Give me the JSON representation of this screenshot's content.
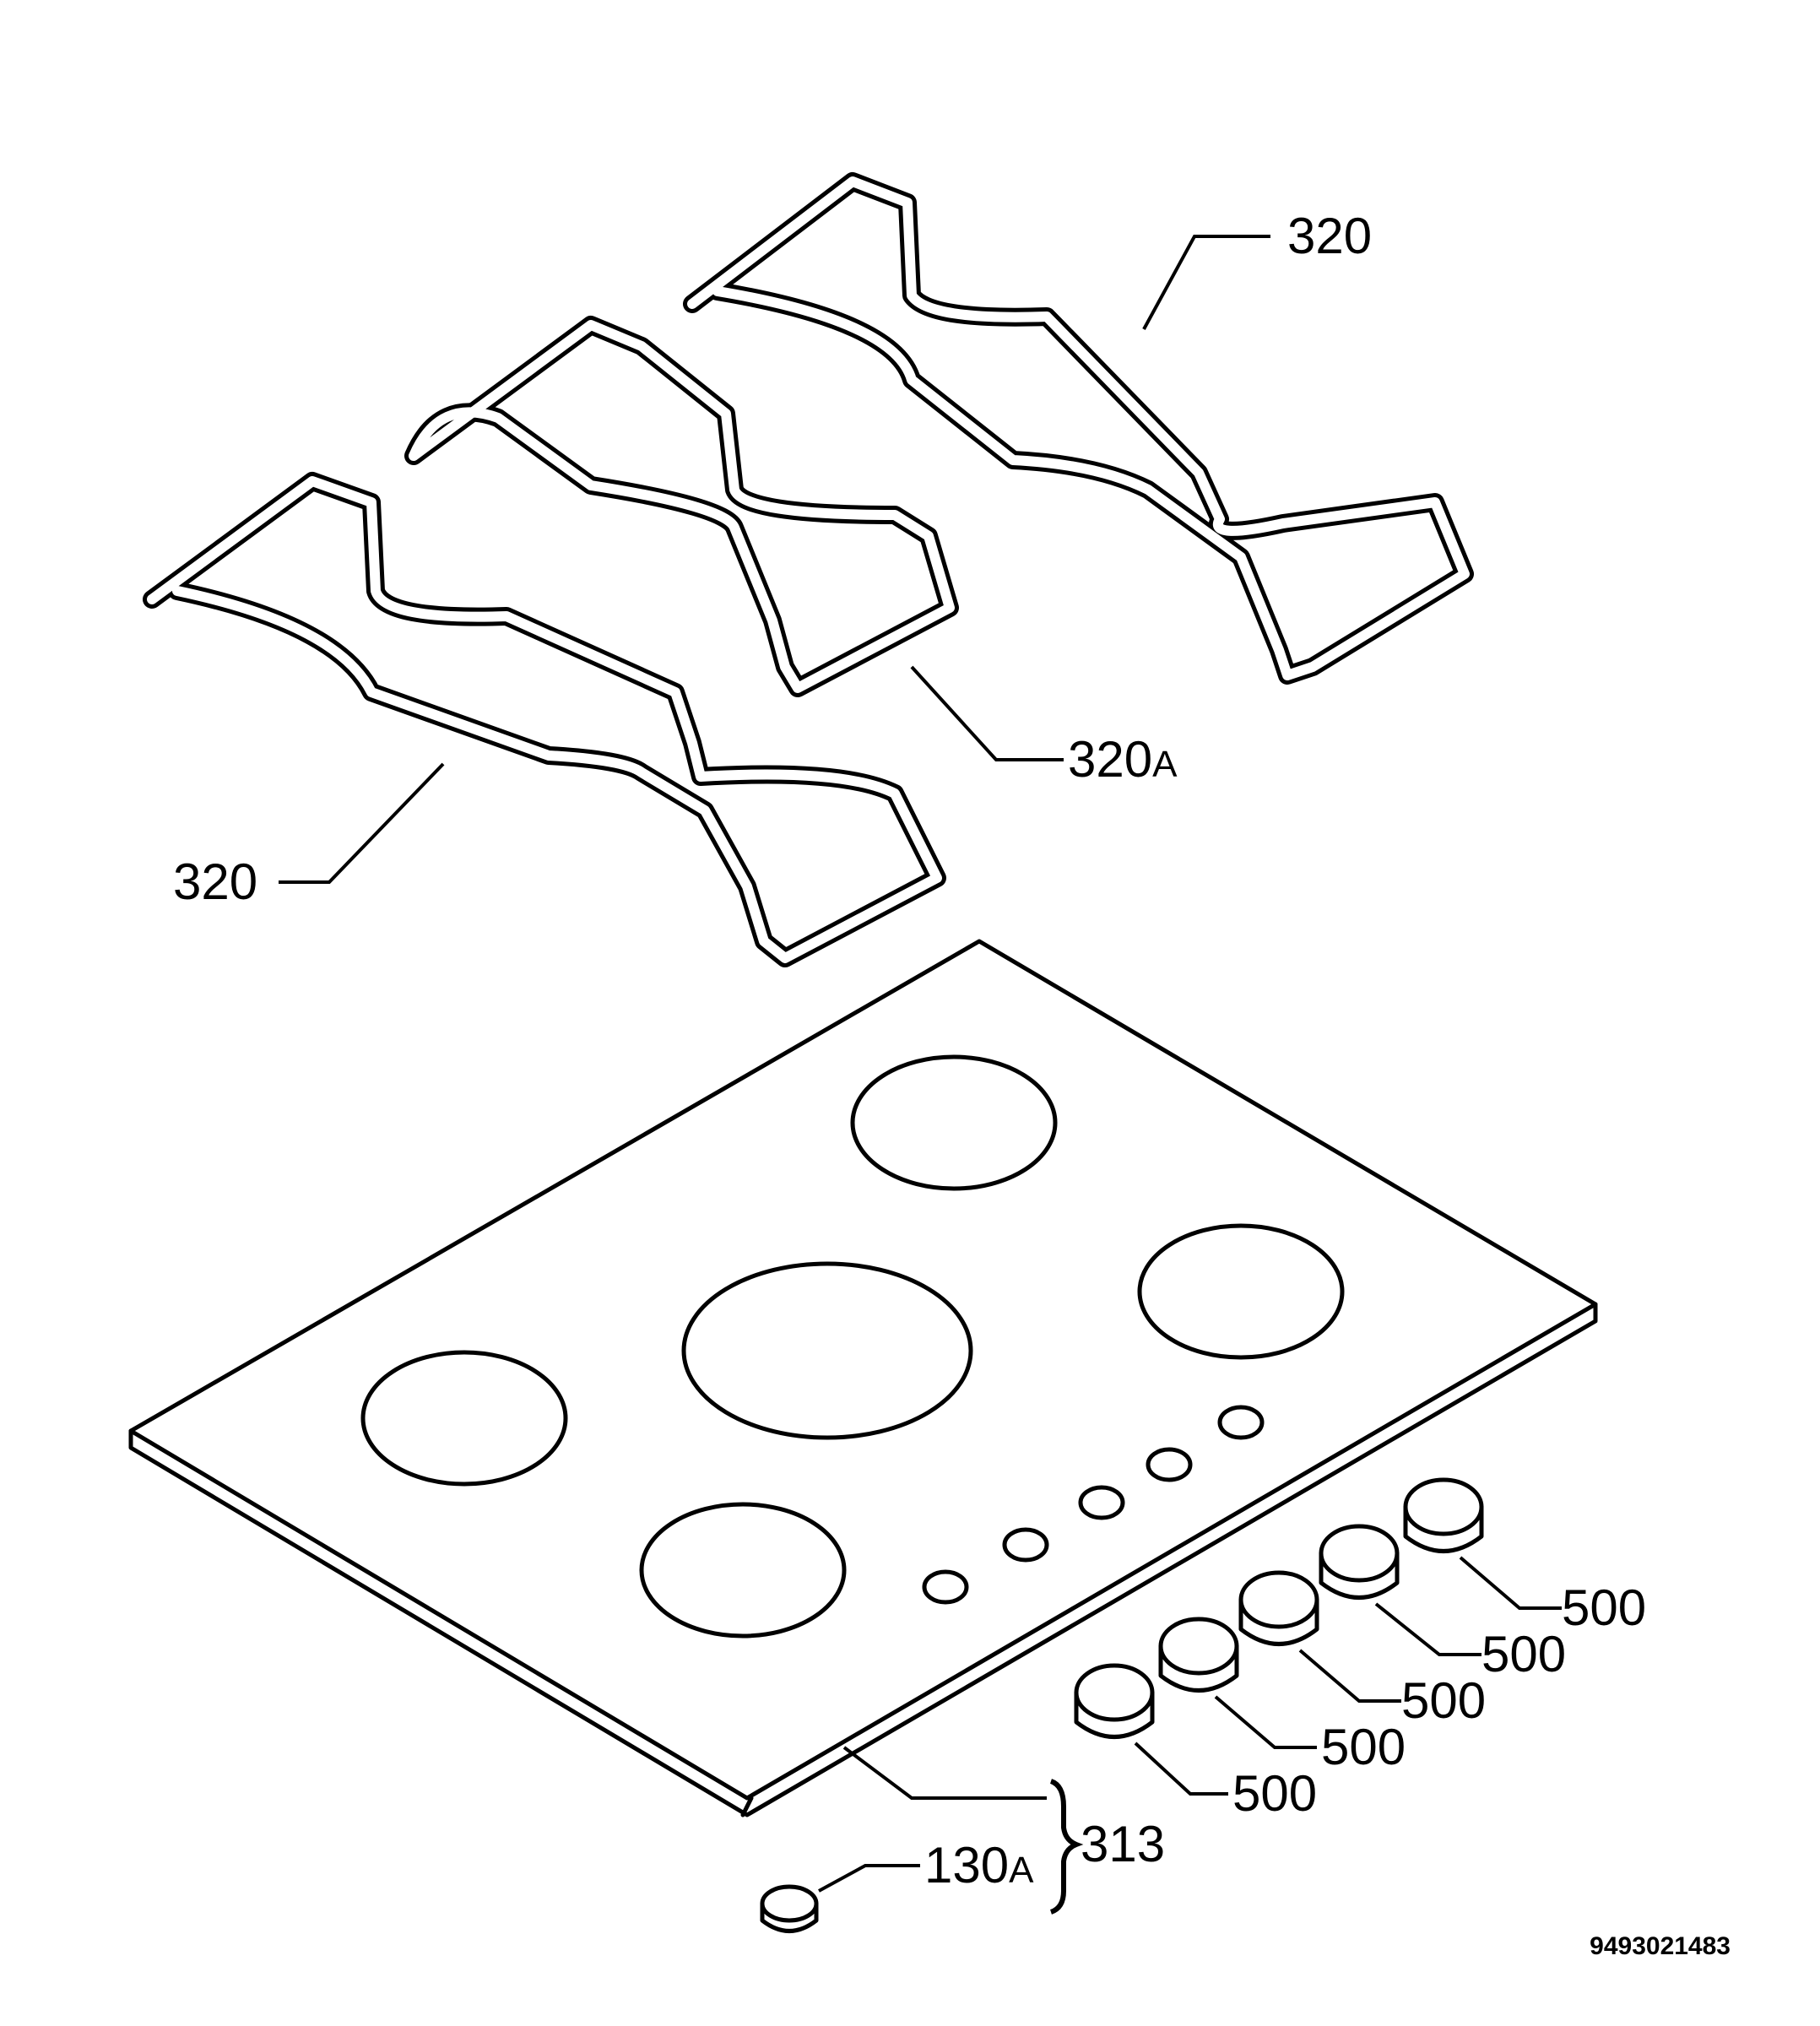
{
  "labels": {
    "grate_right": "320",
    "grate_left": "320",
    "grate_middle": "320",
    "grate_middle_suffix": "A",
    "knob_1": "500",
    "knob_2": "500",
    "knob_3": "500",
    "knob_4": "500",
    "knob_5": "500",
    "hob_top": "313",
    "burner_cap": "130",
    "burner_cap_suffix": "A"
  },
  "drawing_code": "9493021483"
}
